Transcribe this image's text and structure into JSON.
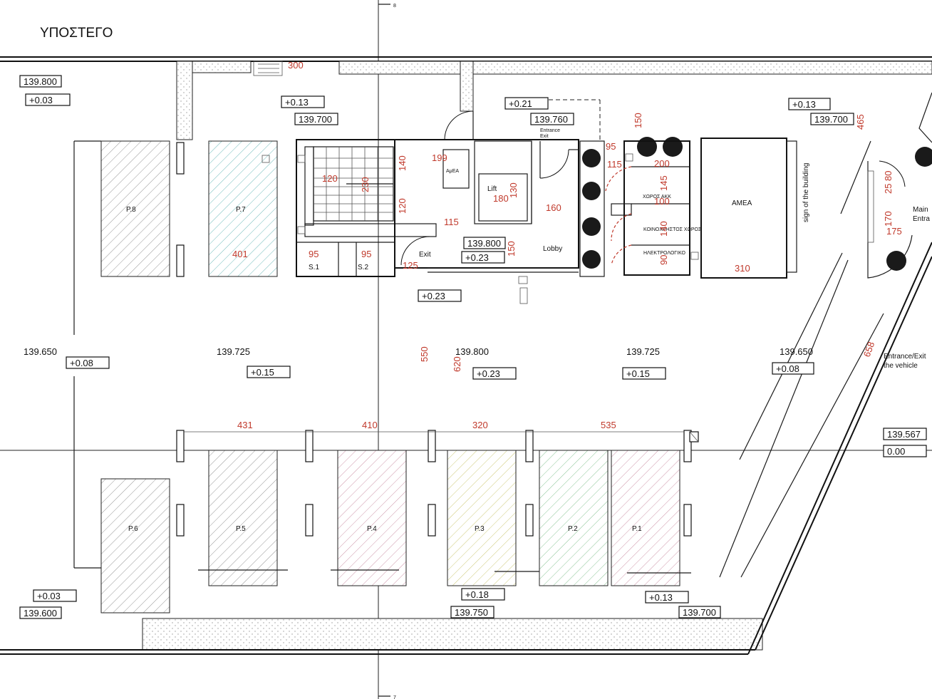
{
  "title": "ΥΠΟΣΤΕΓΟ",
  "parking_spaces": [
    {
      "label": "P.8",
      "hatch": "#777777"
    },
    {
      "label": "P.7",
      "hatch": "#5fb3b3",
      "dim": "401"
    },
    {
      "label": "P.6",
      "hatch": "#777777"
    },
    {
      "label": "P.5",
      "hatch": "#777777"
    },
    {
      "label": "P.4",
      "hatch": "#c98aa0"
    },
    {
      "label": "P.3",
      "hatch": "#c9c46a"
    },
    {
      "label": "P.2",
      "hatch": "#7fbf8a"
    },
    {
      "label": "P.1",
      "hatch": "#c98aa0"
    }
  ],
  "level_boxes": [
    "139.800",
    "+0.03",
    "+0.13",
    "139.700",
    "+0.21",
    "139.760",
    "+0.13",
    "139.700",
    "139.800",
    "+0.23",
    "+0.23",
    "+0.08",
    "+0.15",
    "+0.23",
    "+0.15",
    "+0.08",
    "139.567",
    "0.00",
    "+0.03",
    "139.600",
    "+0.18",
    "139.750",
    "+0.13",
    "139.700"
  ],
  "level_texts": [
    "139.650",
    "139.725",
    "139.800",
    "139.725",
    "139.650"
  ],
  "dimensions": [
    "300",
    "199",
    "120",
    "230",
    "140",
    "120",
    "115",
    "95",
    "95",
    "125",
    "180",
    "130",
    "160",
    "150",
    "95",
    "115",
    "150",
    "200",
    "145",
    "100",
    "140",
    "90",
    "310",
    "465",
    "25",
    "80",
    "170",
    "175",
    "550",
    "620",
    "658",
    "431",
    "410",
    "320",
    "535"
  ],
  "rooms": {
    "amea_small": "ΑμΕΑ",
    "lift": "Lift",
    "lobby": "Lobby",
    "exit": "Exit",
    "entrance_exit": "Entrance\nExit",
    "s1": "S.1",
    "s2": "S.2",
    "room_a": "ΧΩΡΟΣ ΑΚΚ",
    "room_b": "ΚΟΙΝΟΧΡΗΣΤΟΣ ΧΩΡΟΣ",
    "room_c": "ΗΛΕΚΤΡΟΛΟΓΙΚΟ",
    "amea_big": "ΑΜΕΑ",
    "sign": "sign of the building",
    "main_entrance_line1": "Main",
    "main_entrance_line2": "Entra",
    "vehicle_line1": "Entrance/Exit",
    "vehicle_line2": "the vehicle"
  },
  "axis_marks": [
    "8",
    "7"
  ]
}
